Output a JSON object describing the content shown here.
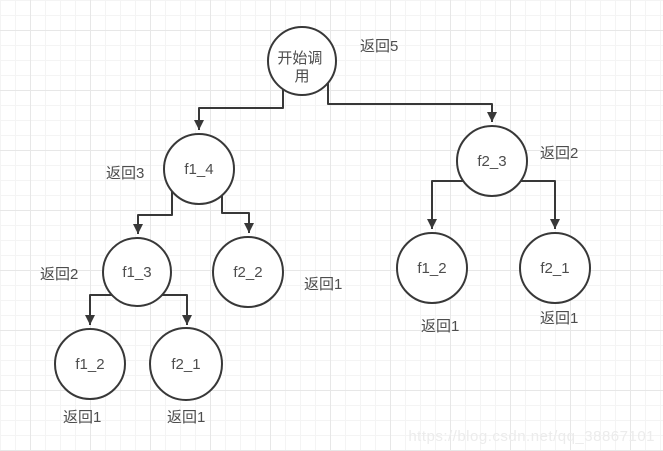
{
  "diagram": {
    "description": "recursive call tree on grid canvas",
    "nodes": {
      "start": {
        "label": "开始调用",
        "label_lines": [
          "开始调",
          "用"
        ],
        "return_label": "返回5"
      },
      "f1_4": {
        "label": "f1_4",
        "return_label": "返回3"
      },
      "f2_3": {
        "label": "f2_3",
        "return_label": "返回2"
      },
      "f1_3": {
        "label": "f1_3",
        "return_label": "返回2"
      },
      "f2_2": {
        "label": "f2_2",
        "return_label": "返回1"
      },
      "f1_2_left": {
        "label": "f1_2",
        "return_label": "返回1"
      },
      "f2_1_left": {
        "label": "f2_1",
        "return_label": "返回1"
      },
      "f1_2_right": {
        "label": "f1_2",
        "return_label": "返回1"
      },
      "f2_1_right": {
        "label": "f2_1",
        "return_label": "返回1"
      }
    },
    "colors": {
      "node_stroke": "#383838",
      "node_fill": "#ffffff",
      "text": "#4d4d4d",
      "grid_minor": "#f4f4f4",
      "grid_major": "#e7e7e7",
      "background": "#ffffff",
      "watermark": "#ececec"
    }
  },
  "watermark": {
    "text": "https://blog.csdn.net/qq_38867101"
  }
}
